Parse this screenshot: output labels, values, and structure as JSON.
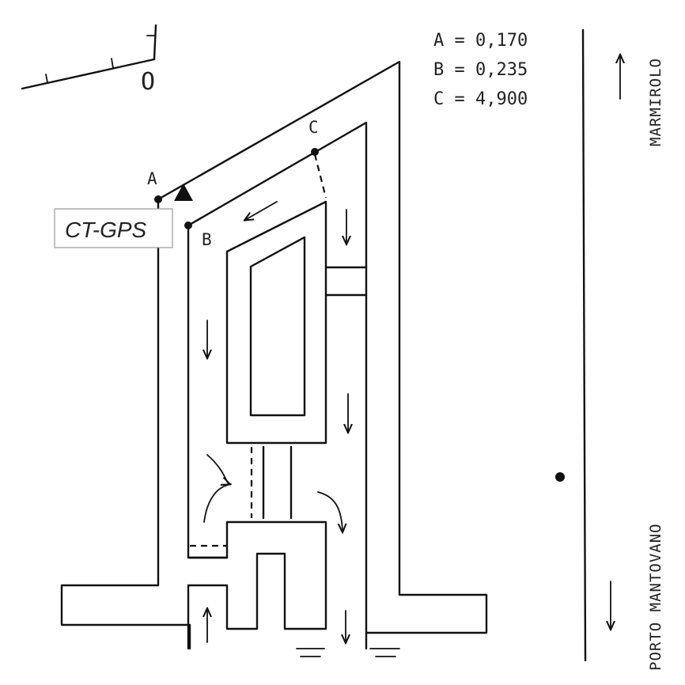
{
  "legend": [
    {
      "key": "A",
      "value": "0,170",
      "text": "A = 0,170"
    },
    {
      "key": "B",
      "value": "0,235",
      "text": "B = 0,235"
    },
    {
      "key": "C",
      "value": "4,900",
      "text": "C = 4,900"
    }
  ],
  "points": {
    "A": "A",
    "B": "B",
    "C": "C"
  },
  "station_label": "CT-GPS",
  "roads": {
    "north": "MARMIROLO",
    "south": "PORTO MANTOVANO"
  },
  "scale_origin_label": "O",
  "colors": {
    "ink": "#111111",
    "label_border": "#9a9a9a"
  }
}
